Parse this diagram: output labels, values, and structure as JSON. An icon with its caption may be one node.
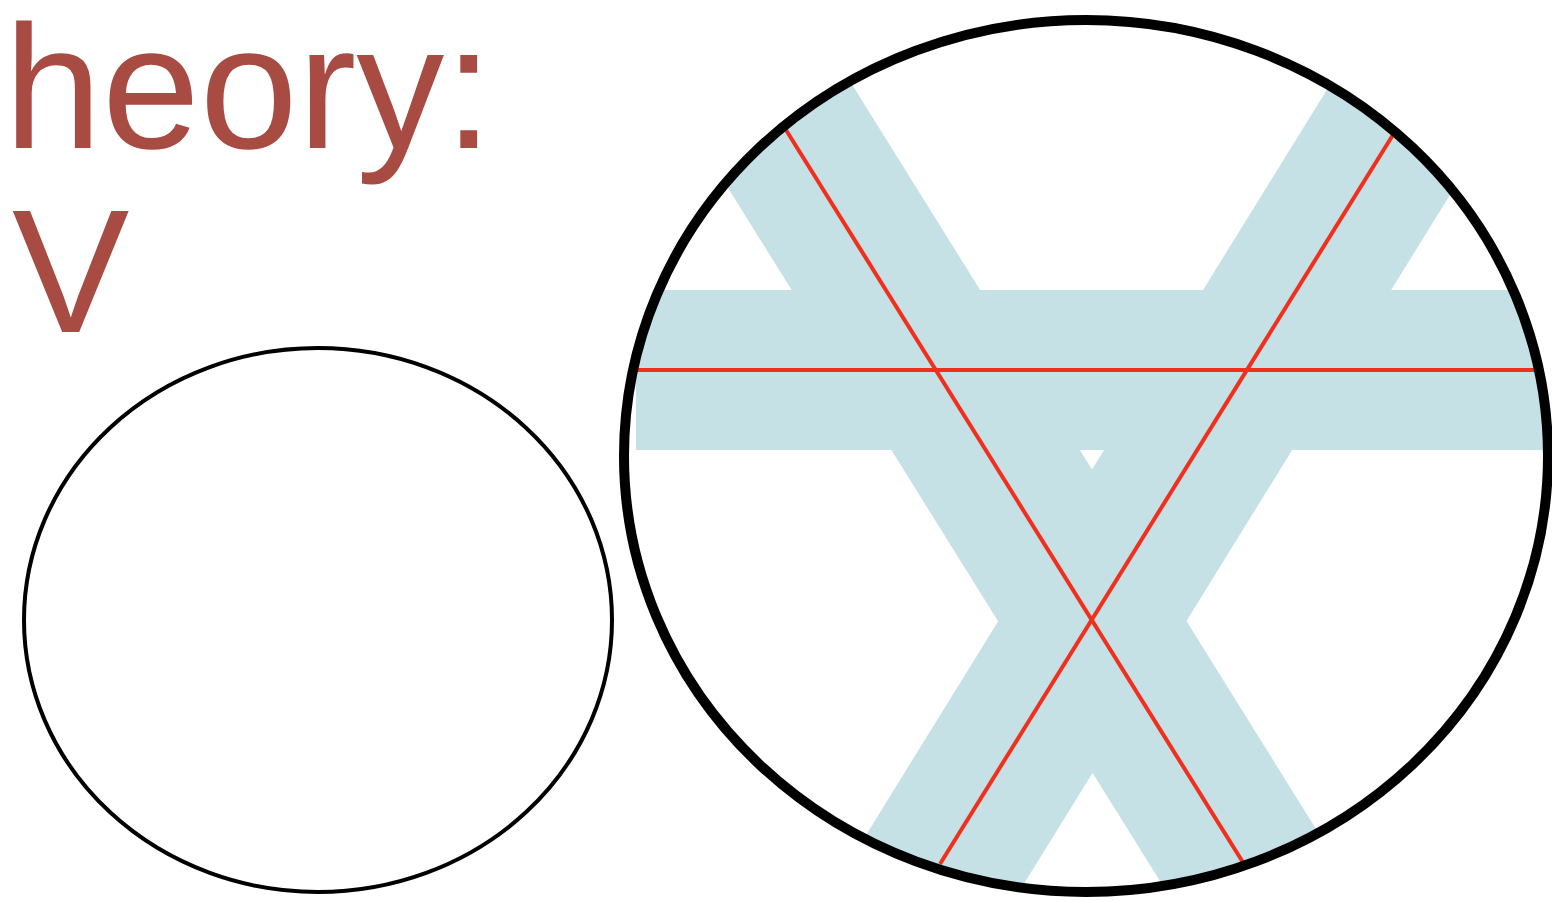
{
  "diagram": {
    "nodes": [
      {
        "text": [],
        "shape": "circle"
      }
    ],
    "labels": [
      "heory:",
      "V"
    ]
  }
}
